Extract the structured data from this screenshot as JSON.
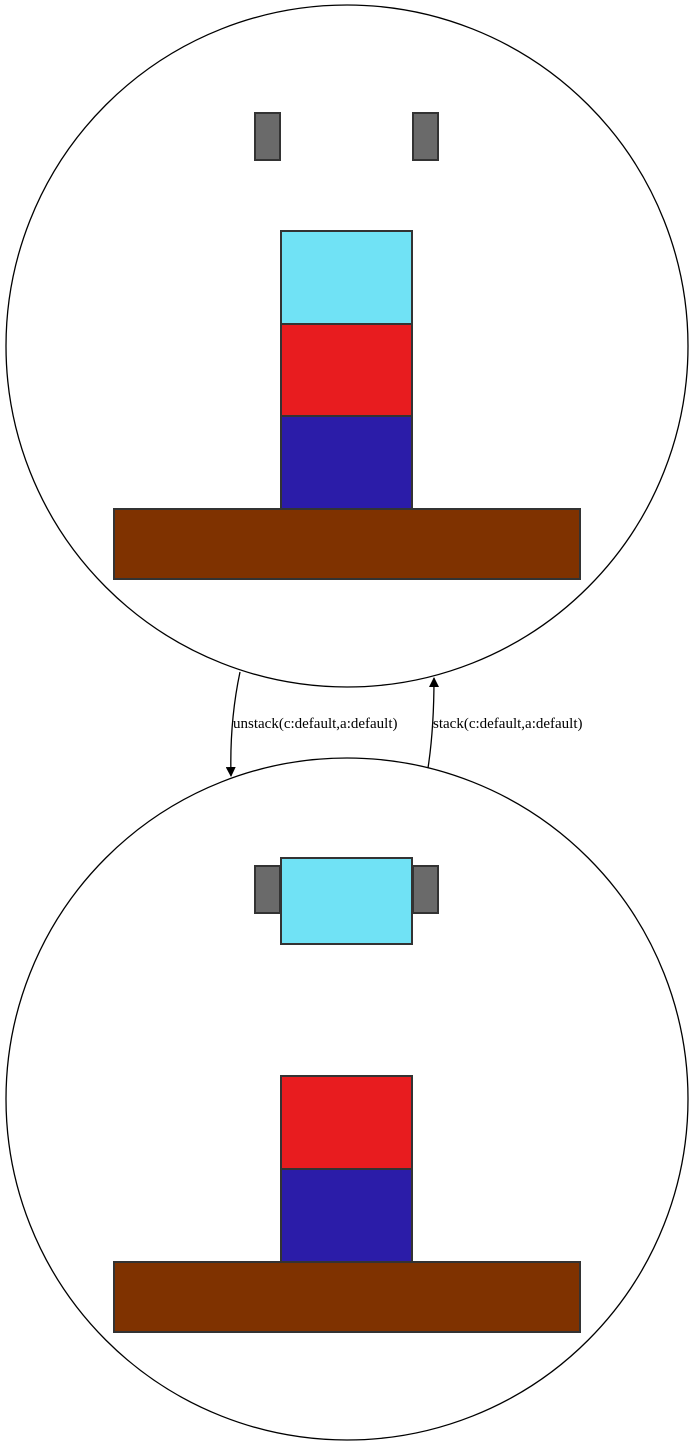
{
  "colors": {
    "block_c": "#70e2f5",
    "block_a": "#e81c1f",
    "block_b": "#2b1ca8",
    "table": "#7f3200",
    "gripper": "#6a6a6a",
    "outline": "#333333"
  },
  "states": [
    {
      "id": "state-1",
      "gripper": "open-empty",
      "stack_bottom_to_top": [
        "block_b",
        "block_a",
        "block_c"
      ],
      "held": null
    },
    {
      "id": "state-2",
      "gripper": "holding",
      "stack_bottom_to_top": [
        "block_b",
        "block_a"
      ],
      "held": "block_c"
    }
  ],
  "edges": [
    {
      "from": "state-1",
      "to": "state-2",
      "label": "unstack(c:default,a:default)"
    },
    {
      "from": "state-2",
      "to": "state-1",
      "label": "stack(c:default,a:default)"
    }
  ]
}
